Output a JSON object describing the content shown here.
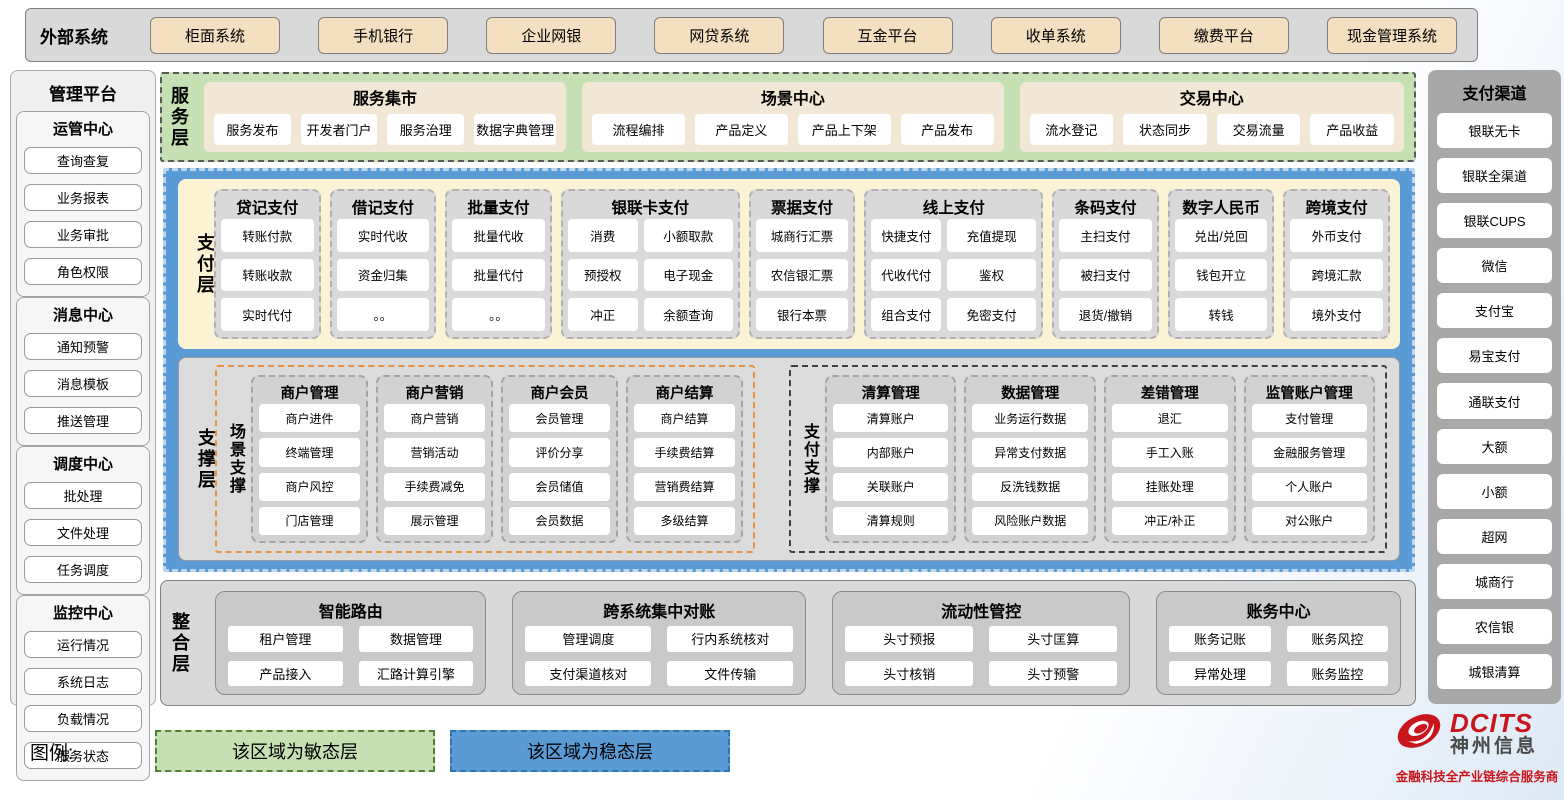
{
  "external_systems": {
    "label": "外部系统",
    "items": [
      "柜面系统",
      "手机银行",
      "企业网银",
      "网贷系统",
      "互金平台",
      "收单系统",
      "缴费平台",
      "现金管理系统"
    ]
  },
  "management_platform": {
    "title": "管理平台",
    "sections": [
      {
        "title": "运管中心",
        "items": [
          "查询查复",
          "业务报表",
          "业务审批",
          "角色权限"
        ]
      },
      {
        "title": "消息中心",
        "items": [
          "通知预警",
          "消息模板",
          "推送管理"
        ]
      },
      {
        "title": "调度中心",
        "items": [
          "批处理",
          "文件处理",
          "任务调度"
        ]
      },
      {
        "title": "监控中心",
        "items": [
          "运行情况",
          "系统日志",
          "负载情况",
          "服务状态"
        ]
      }
    ]
  },
  "service_layer": {
    "label": "服务层",
    "groups": [
      {
        "title": "服务集市",
        "items": [
          "服务发布",
          "开发者门户",
          "服务治理",
          "数据字典管理"
        ]
      },
      {
        "title": "场景中心",
        "items": [
          "流程编排",
          "产品定义",
          "产品上下架",
          "产品发布"
        ]
      },
      {
        "title": "交易中心",
        "items": [
          "流水登记",
          "状态同步",
          "交易流量",
          "产品收益"
        ]
      }
    ]
  },
  "payment_layer": {
    "label": "支付层",
    "columns": [
      {
        "title": "贷记支付",
        "cols": 1,
        "items": [
          "转账付款",
          "转账收款",
          "实时代付"
        ]
      },
      {
        "title": "借记支付",
        "cols": 1,
        "items": [
          "实时代收",
          "资金归集",
          "。。"
        ]
      },
      {
        "title": "批量支付",
        "cols": 1,
        "items": [
          "批量代收",
          "批量代付",
          "。。"
        ]
      },
      {
        "title": "银联卡支付",
        "cols": 2,
        "items": [
          "消费",
          "小额取款",
          "预授权",
          "电子现金",
          "冲正",
          "余额查询"
        ]
      },
      {
        "title": "票据支付",
        "cols": 1,
        "items": [
          "城商行汇票",
          "农信银汇票",
          "银行本票"
        ]
      },
      {
        "title": "线上支付",
        "cols": 2,
        "items": [
          "快捷支付",
          "充值提现",
          "代收代付",
          "鉴权",
          "组合支付",
          "免密支付"
        ]
      },
      {
        "title": "条码支付",
        "cols": 1,
        "items": [
          "主扫支付",
          "被扫支付",
          "退货/撤销"
        ]
      },
      {
        "title": "数字人民币",
        "cols": 1,
        "items": [
          "兑出/兑回",
          "钱包开立",
          "转钱"
        ]
      },
      {
        "title": "跨境支付",
        "cols": 1,
        "items": [
          "外币支付",
          "跨境汇款",
          "境外支付"
        ]
      }
    ]
  },
  "support_layer": {
    "label": "支撑层",
    "groups": [
      {
        "label": "场景支撑",
        "columns": [
          {
            "title": "商户管理",
            "items": [
              "商户进件",
              "终端管理",
              "商户风控",
              "门店管理"
            ]
          },
          {
            "title": "商户营销",
            "items": [
              "商户营销",
              "营销活动",
              "手续费减免",
              "展示管理"
            ]
          },
          {
            "title": "商户会员",
            "items": [
              "会员管理",
              "评价分享",
              "会员储值",
              "会员数据"
            ]
          },
          {
            "title": "商户结算",
            "items": [
              "商户结算",
              "手续费结算",
              "营销费结算",
              "多级结算"
            ]
          }
        ]
      },
      {
        "label": "支付支撑",
        "columns": [
          {
            "title": "清算管理",
            "items": [
              "清算账户",
              "内部账户",
              "关联账户",
              "清算规则"
            ]
          },
          {
            "title": "数据管理",
            "items": [
              "业务运行数据",
              "异常支付数据",
              "反洗钱数据",
              "风险账户数据"
            ]
          },
          {
            "title": "差错管理",
            "items": [
              "退汇",
              "手工入账",
              "挂账处理",
              "冲正/补正"
            ]
          },
          {
            "title": "监管账户管理",
            "items": [
              "支付管理",
              "金融服务管理",
              "个人账户",
              "对公账户"
            ]
          }
        ]
      }
    ]
  },
  "integration_layer": {
    "label": "整合层",
    "groups": [
      {
        "title": "智能路由",
        "items": [
          "租户管理",
          "数据管理",
          "产品接入",
          "汇路计算引擎"
        ]
      },
      {
        "title": "跨系统集中对账",
        "items": [
          "管理调度",
          "行内系统核对",
          "支付渠道核对",
          "文件传输"
        ]
      },
      {
        "title": "流动性管控",
        "items": [
          "头寸预报",
          "头寸匡算",
          "头寸核销",
          "头寸预警"
        ]
      },
      {
        "title": "账务中心",
        "items": [
          "账务记账",
          "账务风控",
          "异常处理",
          "账务监控"
        ]
      }
    ]
  },
  "payment_channels": {
    "title": "支付渠道",
    "items": [
      "银联无卡",
      "银联全渠道",
      "银联CUPS",
      "微信",
      "支付宝",
      "易宝支付",
      "通联支付",
      "大额",
      "小额",
      "超网",
      "城商行",
      "农信银",
      "城银清算"
    ]
  },
  "legend": {
    "label": "图例:",
    "items": [
      {
        "text": "该区域为敏态层",
        "fill": "#c5e0b3",
        "border": "#538135"
      },
      {
        "text": "该区域为稳态层",
        "fill": "#5b9bd5",
        "border": "#2e75b6"
      }
    ]
  },
  "logo": {
    "brand": "DCITS",
    "name": "神州信息",
    "tagline": "金融科技全产业链综合服务商",
    "brand_color": "#c9161d"
  },
  "colors": {
    "sensitive_layer_green": "#c5e0b3",
    "stable_layer_blue": "#5b9bd5",
    "external_button_beige": "#f4dfc0",
    "panel_gray": "#d9d9d9",
    "channel_panel_gray": "#a8a8a8",
    "payment_layer_cream": "#fcf2d4"
  }
}
